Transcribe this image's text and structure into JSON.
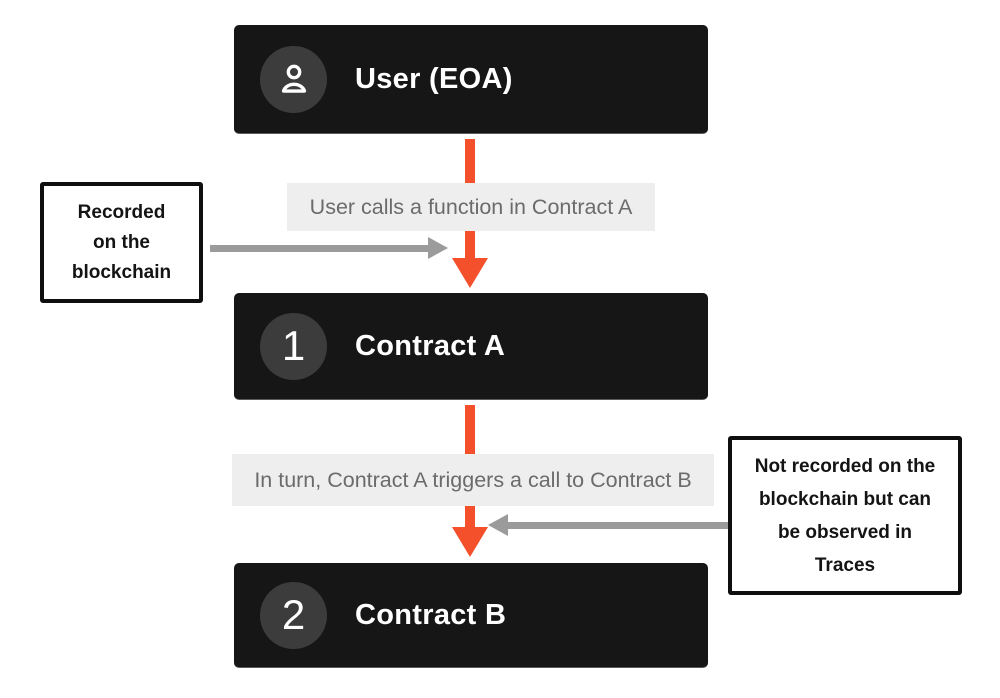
{
  "colors": {
    "page_bg": "#ffffff",
    "node_bg": "#161616",
    "node_text": "#ffffff",
    "badge_bg": "#3c3c3c",
    "arrow_orange": "#f4502c",
    "arrow_gray": "#9b9b9b",
    "edge_label_bg": "#eeeeee",
    "edge_label_text": "#6b6b6b",
    "annotation_border": "#0f0f0f",
    "annotation_text": "#141414"
  },
  "nodes": {
    "user": {
      "title": "User (EOA)",
      "icon": "user-icon"
    },
    "contract_a": {
      "badge": "1",
      "title": "Contract A"
    },
    "contract_b": {
      "badge": "2",
      "title": "Contract B"
    }
  },
  "edge_labels": {
    "user_to_a": "User calls a function in Contract A",
    "a_to_b": "In turn, Contract A triggers a call to Contract B"
  },
  "annotations": {
    "left": {
      "lines": [
        "Recorded",
        "on the",
        "blockchain"
      ]
    },
    "right": {
      "lines": [
        "Not recorded on the",
        "blockchain but can",
        "be observed in",
        "Traces"
      ]
    }
  }
}
